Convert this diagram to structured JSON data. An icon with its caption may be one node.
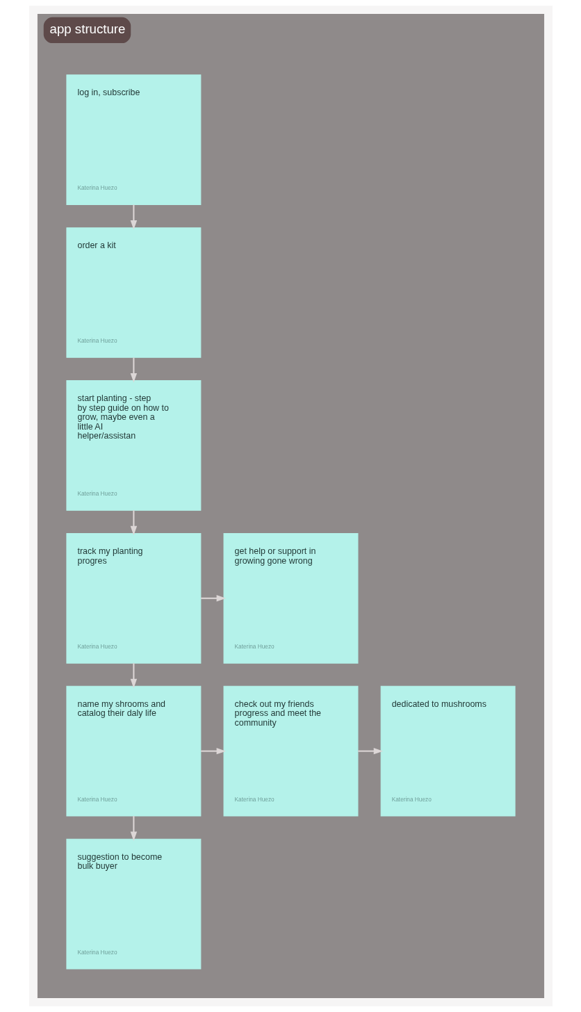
{
  "diagram": {
    "nodes": [
      {
        "text": [
          "app structure"
        ]
      },
      {
        "text": [
          "log in, subscribe",
          "Katerina Huezo"
        ],
        "in": 0
      },
      {
        "text": [
          "order a kit",
          "Katerina Huezo"
        ],
        "in": 0
      },
      {
        "text": [
          "start planting - step by step guide on how to grow, maybe even a little AI helper/assistan",
          "Katerina Huezo"
        ],
        "in": 0
      },
      {
        "text": [
          "track my planting progres",
          "Katerina Huezo"
        ],
        "in": 0
      },
      {
        "text": [
          "get help or support in growing gone wrong",
          "Katerina Huezo"
        ],
        "in": 0
      },
      {
        "text": [
          "name my shrooms and catalog their daly life",
          "Katerina Huezo"
        ],
        "in": 0
      },
      {
        "text": [
          "check out my friends progress and meet the community",
          "Katerina Huezo"
        ],
        "in": 0
      },
      {
        "text": [
          "dedicated to mushrooms",
          "Katerina Huezo"
        ],
        "in": 0
      },
      {
        "text": [
          "suggestion to become bulk buyer",
          "Katerina Huezo"
        ],
        "in": 0
      }
    ],
    "edges": [
      {
        "from": 1,
        "to": 2,
        "arrow": "to"
      },
      {
        "from": 2,
        "to": 3,
        "arrow": "to"
      },
      {
        "from": 3,
        "to": 4,
        "arrow": "to"
      },
      {
        "from": 4,
        "to": 5,
        "arrow": "to"
      },
      {
        "from": 4,
        "to": 6,
        "arrow": "to"
      },
      {
        "from": 6,
        "to": 7,
        "arrow": "to"
      },
      {
        "from": 7,
        "to": 8,
        "arrow": "to"
      },
      {
        "from": 6,
        "to": 9,
        "arrow": "to"
      }
    ]
  }
}
